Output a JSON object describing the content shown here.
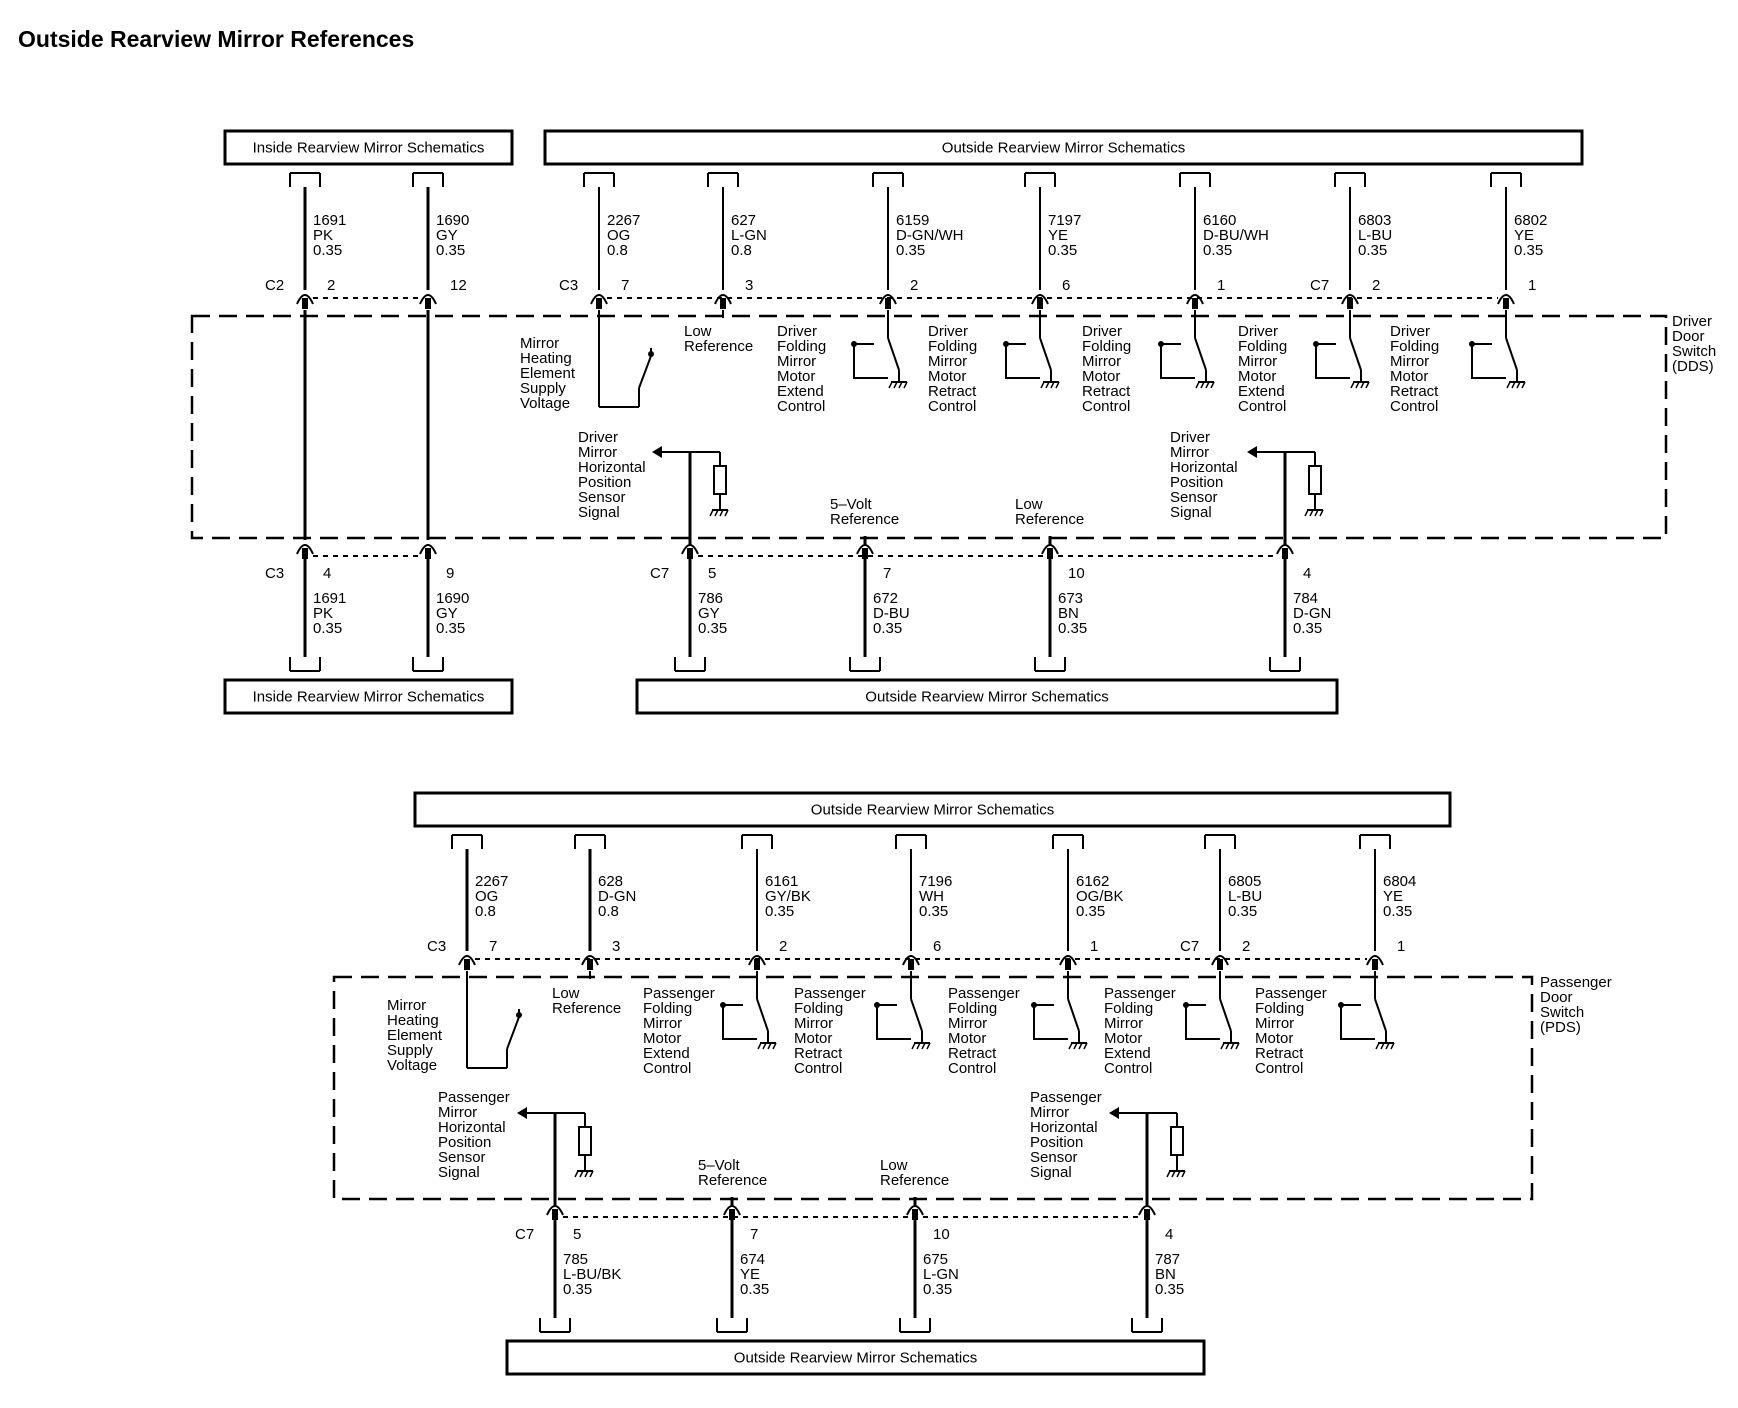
{
  "title": "Outside Rearview Mirror References",
  "labels": {
    "irm_schem": "Inside Rearview Mirror Schematics",
    "orm_schem": "Outside Rearview Mirror Schematics",
    "mirror_heat": [
      "Mirror",
      "Heating",
      "Element",
      "Supply",
      "Voltage"
    ],
    "low_ref": [
      "Low",
      "Reference"
    ],
    "five_volt": [
      "5–Volt",
      "Reference"
    ],
    "dfold_extend": [
      "Driver",
      "Folding",
      "Mirror",
      "Motor",
      "Extend",
      "Control"
    ],
    "dfold_retract": [
      "Driver",
      "Folding",
      "Mirror",
      "Motor",
      "Retract",
      "Control"
    ],
    "pfold_extend": [
      "Passenger",
      "Folding",
      "Mirror",
      "Motor",
      "Extend",
      "Control"
    ],
    "pfold_retract": [
      "Passenger",
      "Folding",
      "Mirror",
      "Motor",
      "Retract",
      "Control"
    ],
    "d_sensor": [
      "Driver",
      "Mirror",
      "Horizontal",
      "Position",
      "Sensor",
      "Signal"
    ],
    "p_sensor": [
      "Passenger",
      "Mirror",
      "Horizontal",
      "Position",
      "Sensor",
      "Signal"
    ],
    "dds": [
      "Driver",
      "Door",
      "Switch",
      "(DDS)"
    ],
    "pds": [
      "Passenger",
      "Door",
      "Switch",
      "(PDS)"
    ]
  },
  "top_wires": [
    {
      "circuit": "1691",
      "color": "PK",
      "size": "0.35",
      "conn": "C2",
      "pin": "2"
    },
    {
      "circuit": "1690",
      "color": "GY",
      "size": "0.35",
      "conn": "",
      "pin": "12"
    },
    {
      "circuit": "2267",
      "color": "OG",
      "size": "0.8",
      "conn": "C3",
      "pin": "7"
    },
    {
      "circuit": "627",
      "color": "L-GN",
      "size": "0.8",
      "conn": "",
      "pin": "3"
    },
    {
      "circuit": "6159",
      "color": "D-GN/WH",
      "size": "0.35",
      "conn": "",
      "pin": "2"
    },
    {
      "circuit": "7197",
      "color": "YE",
      "size": "0.35",
      "conn": "",
      "pin": "6"
    },
    {
      "circuit": "6160",
      "color": "D-BU/WH",
      "size": "0.35",
      "conn": "",
      "pin": "1"
    },
    {
      "circuit": "6803",
      "color": "L-BU",
      "size": "0.35",
      "conn": "C7",
      "pin": "2"
    },
    {
      "circuit": "6802",
      "color": "YE",
      "size": "0.35",
      "conn": "",
      "pin": "1"
    }
  ],
  "top_bottom_wires": [
    {
      "circuit": "1691",
      "color": "PK",
      "size": "0.35",
      "conn": "C3",
      "pin": "4"
    },
    {
      "circuit": "1690",
      "color": "GY",
      "size": "0.35",
      "conn": "",
      "pin": "9"
    },
    {
      "circuit": "786",
      "color": "GY",
      "size": "0.35",
      "conn": "C7",
      "pin": "5"
    },
    {
      "circuit": "672",
      "color": "D-BU",
      "size": "0.35",
      "conn": "",
      "pin": "7"
    },
    {
      "circuit": "673",
      "color": "BN",
      "size": "0.35",
      "conn": "",
      "pin": "10"
    },
    {
      "circuit": "784",
      "color": "D-GN",
      "size": "0.35",
      "conn": "",
      "pin": "4"
    }
  ],
  "pds_top_wires": [
    {
      "circuit": "2267",
      "color": "OG",
      "size": "0.8",
      "conn": "C3",
      "pin": "7"
    },
    {
      "circuit": "628",
      "color": "D-GN",
      "size": "0.8",
      "conn": "",
      "pin": "3"
    },
    {
      "circuit": "6161",
      "color": "GY/BK",
      "size": "0.35",
      "conn": "",
      "pin": "2"
    },
    {
      "circuit": "7196",
      "color": "WH",
      "size": "0.35",
      "conn": "",
      "pin": "6"
    },
    {
      "circuit": "6162",
      "color": "OG/BK",
      "size": "0.35",
      "conn": "",
      "pin": "1"
    },
    {
      "circuit": "6805",
      "color": "L-BU",
      "size": "0.35",
      "conn": "C7",
      "pin": "2"
    },
    {
      "circuit": "6804",
      "color": "YE",
      "size": "0.35",
      "conn": "",
      "pin": "1"
    }
  ],
  "pds_bottom_wires": [
    {
      "circuit": "785",
      "color": "L-BU/BK",
      "size": "0.35",
      "conn": "C7",
      "pin": "5"
    },
    {
      "circuit": "674",
      "color": "YE",
      "size": "0.35",
      "conn": "",
      "pin": "7"
    },
    {
      "circuit": "675",
      "color": "L-GN",
      "size": "0.35",
      "conn": "",
      "pin": "10"
    },
    {
      "circuit": "787",
      "color": "BN",
      "size": "0.35",
      "conn": "",
      "pin": "4"
    }
  ]
}
